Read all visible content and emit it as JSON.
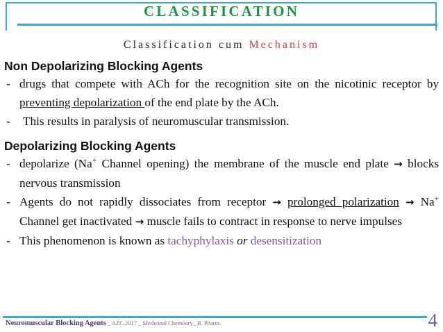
{
  "slide": {
    "title": "CLASSIFICATION",
    "subtitle": {
      "plain": "Classification cum ",
      "accent": "Mechanism"
    },
    "colors": {
      "title_green": "#1a9641",
      "rule_blue": "#3ca5dc",
      "accent_red": "#cf4040",
      "purple": "#7a5ba6",
      "footer_navy": "#4a4a78"
    },
    "sections": [
      {
        "heading": "Non Depolarizing Blocking Agents",
        "bullets": [
          {
            "mark": "-",
            "parts": [
              {
                "text": "drugs that compete with ACh for the recognition site on the nicotinic receptor by "
              },
              {
                "text": "preventing depolarization ",
                "style": "underline"
              },
              {
                "text": "of the end plate by the ACh."
              }
            ]
          },
          {
            "mark": "-",
            "parts": [
              {
                "text": "This results in paralysis of neuromuscular transmission."
              }
            ]
          }
        ]
      },
      {
        "heading": "Depolarizing Blocking Agents",
        "bullets": [
          {
            "mark": "-",
            "parts": [
              {
                "text": "depolarize (Na"
              },
              {
                "text": "+",
                "style": "superscript"
              },
              {
                "text": " Channel opening) the membrane of the muscle end plate "
              },
              {
                "text": "→",
                "style": "arrow"
              },
              {
                "text": " blocks nervous transmission"
              }
            ]
          },
          {
            "mark": "-",
            "parts": [
              {
                "text": "Agents do not rapidly dissociates from receptor "
              },
              {
                "text": "→",
                "style": "arrow"
              },
              {
                "text": " "
              },
              {
                "text": "prolonged polarization",
                "style": "underline"
              },
              {
                "text": " "
              },
              {
                "text": "→",
                "style": "arrow"
              },
              {
                "text": " Na"
              },
              {
                "text": "+",
                "style": "superscript"
              },
              {
                "text": " Channel get inactivated "
              },
              {
                "text": "→",
                "style": "arrow"
              },
              {
                "text": " muscle fails to contract in response to nerve impulses"
              }
            ]
          },
          {
            "mark": "-",
            "parts": [
              {
                "text": "This phenomenon is known as "
              },
              {
                "text": "tachyphylaxis",
                "style": "purple"
              },
              {
                "text": " "
              },
              {
                "text": "or",
                "style": "italic"
              },
              {
                "text": " "
              },
              {
                "text": "desensitization",
                "style": "purple"
              }
            ]
          }
        ]
      }
    ],
    "footer": {
      "lead": "Neuromuscular Blocking Agents",
      "tail": " _ AZC,2017 _ Medicinal Chemistry_ B. Pharm.",
      "page_number": "4"
    }
  }
}
